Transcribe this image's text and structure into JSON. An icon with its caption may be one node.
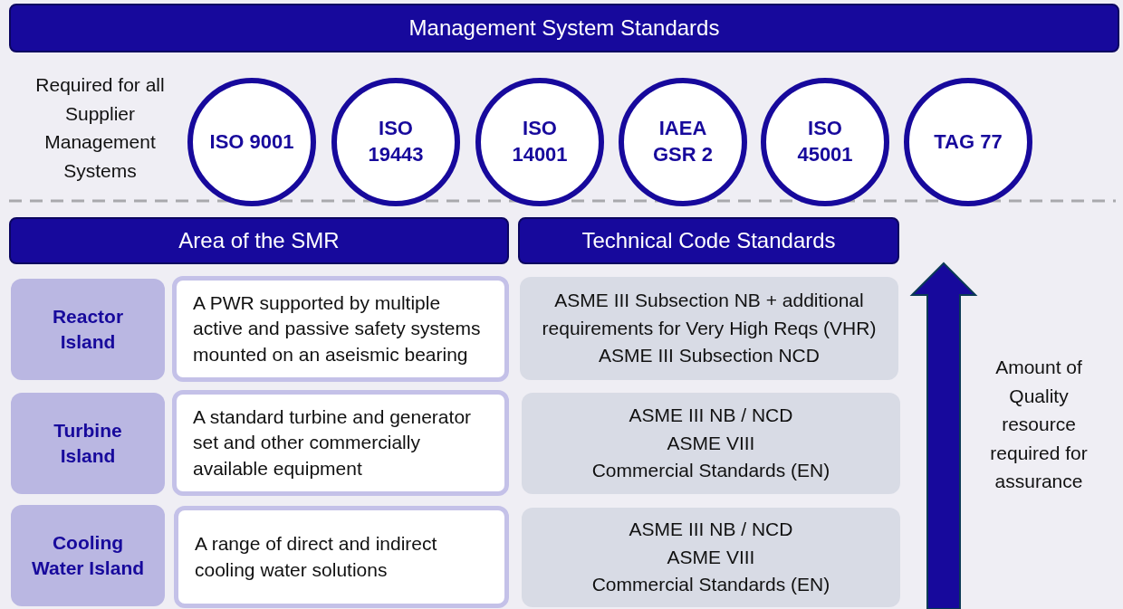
{
  "diagram": {
    "nodes": [
      {
        "text": [
          "Management System Standards"
        ]
      },
      {
        "text": [
          "ISO 9001"
        ]
      },
      {
        "text": [
          "ISO 19443"
        ]
      },
      {
        "text": [
          "ISO 14001"
        ]
      },
      {
        "text": [
          "IAEA GSR 2"
        ]
      },
      {
        "text": [
          "ISO 45001"
        ]
      },
      {
        "text": [
          "TAG 77"
        ]
      },
      {
        "text": [
          "Area of the SMR"
        ]
      },
      {
        "text": [
          "Technical Code Standards"
        ]
      },
      {
        "text": [
          "Reactor Island"
        ]
      },
      {
        "text": [
          "A PWR supported by multiple active and passive safety systems mounted on an aseismic bearing"
        ]
      },
      {
        "text": [
          "ASME III Subsection NB + additional requirements for Very High Reqs (VHR)",
          "ASME III Subsection NCD"
        ]
      },
      {
        "text": [
          "Turbine Island"
        ]
      },
      {
        "text": [
          "A standard turbine and generator set and other commercially available equipment"
        ]
      },
      {
        "text": [
          "ASME III NB / NCD",
          "ASME VIII",
          "Commercial Standards (EN)"
        ]
      },
      {
        "text": [
          "Cooling Water Island"
        ]
      },
      {
        "text": [
          "A range of direct and indirect cooling water solutions"
        ]
      },
      {
        "text": [
          "ASME III NB / NCD",
          "ASME VIII",
          "Commercial Standards (EN)"
        ]
      }
    ],
    "labels": [
      "Required for all Supplier Management Systems",
      "Amount of Quality resource required for assurance"
    ]
  }
}
